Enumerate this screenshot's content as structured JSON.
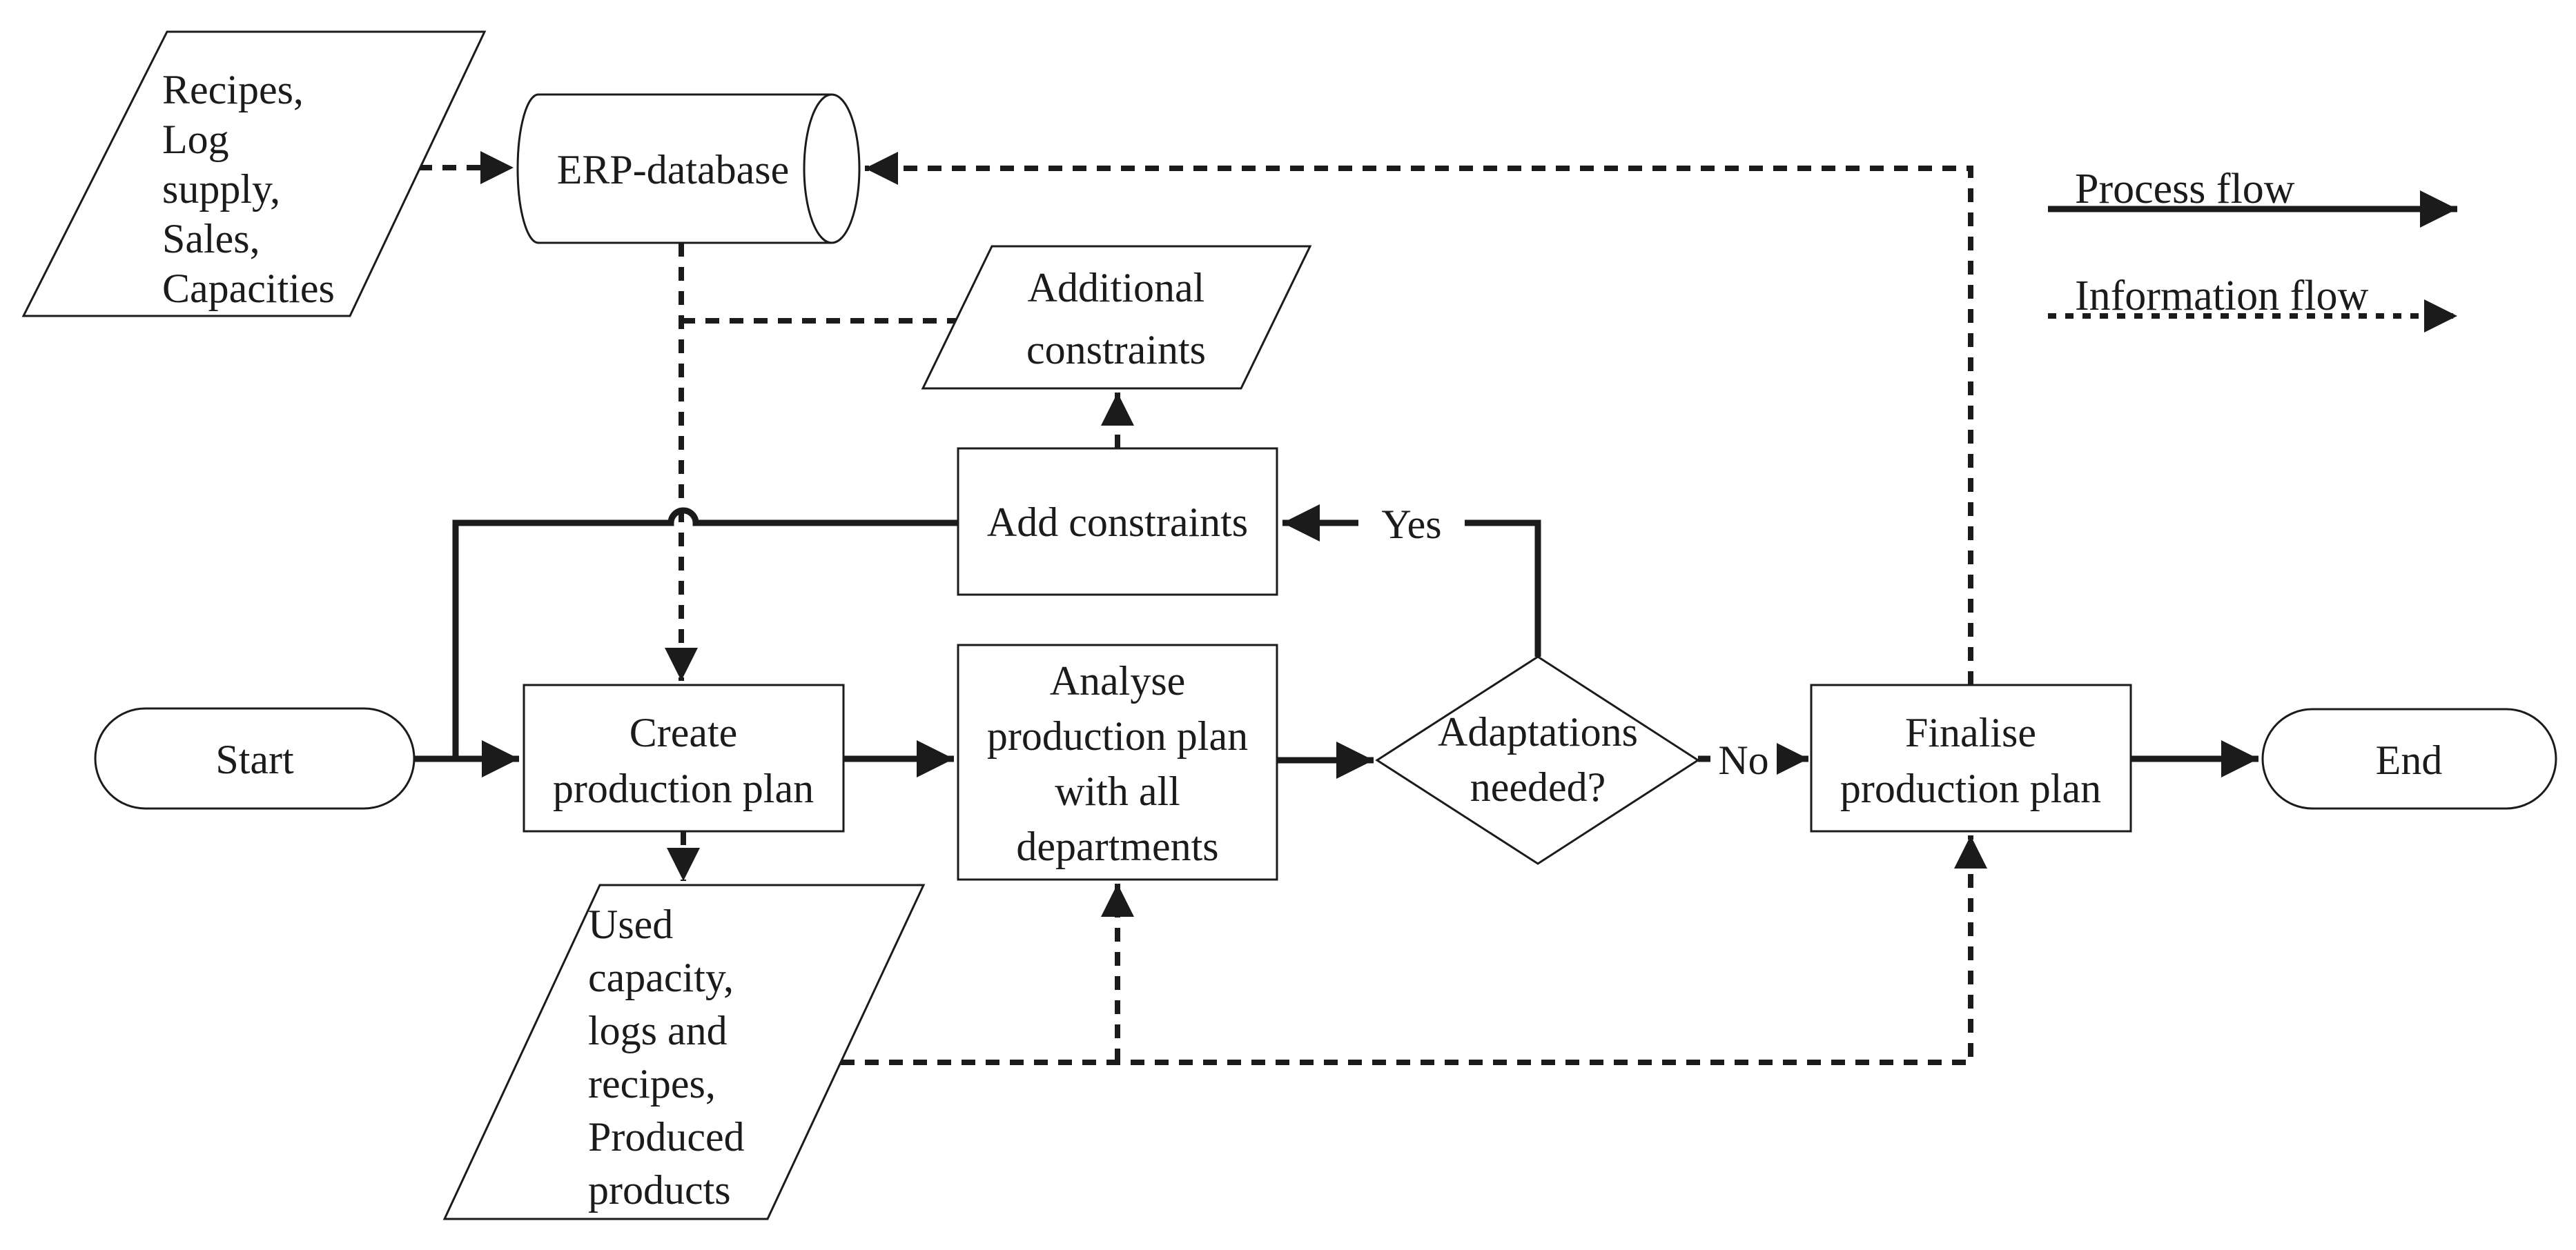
{
  "nodes": {
    "inputs": {
      "lines": [
        "Recipes,",
        "Log",
        "supply,",
        "Sales,",
        "Capacities"
      ]
    },
    "erp": {
      "label": "ERP-database"
    },
    "additional_constraints": {
      "lines": [
        "Additional",
        "constraints"
      ]
    },
    "add_constraints": {
      "label": "Add constraints"
    },
    "start": {
      "label": "Start"
    },
    "create": {
      "lines": [
        "Create",
        "production plan"
      ]
    },
    "analyse": {
      "lines": [
        "Analyse",
        "production plan",
        "with all",
        "departments"
      ]
    },
    "decision": {
      "lines": [
        "Adaptations",
        "needed?"
      ]
    },
    "finalise": {
      "lines": [
        "Finalise",
        "production plan"
      ]
    },
    "end": {
      "label": "End"
    },
    "outputs": {
      "lines": [
        "Used",
        "capacity,",
        "logs and",
        "recipes,",
        "Produced",
        "products"
      ]
    }
  },
  "edge_labels": {
    "yes": "Yes",
    "no": "No"
  },
  "legend": {
    "process": "Process flow",
    "information": "Information flow"
  },
  "colors": {
    "ink": "#1b1b1b",
    "background": "#ffffff"
  }
}
